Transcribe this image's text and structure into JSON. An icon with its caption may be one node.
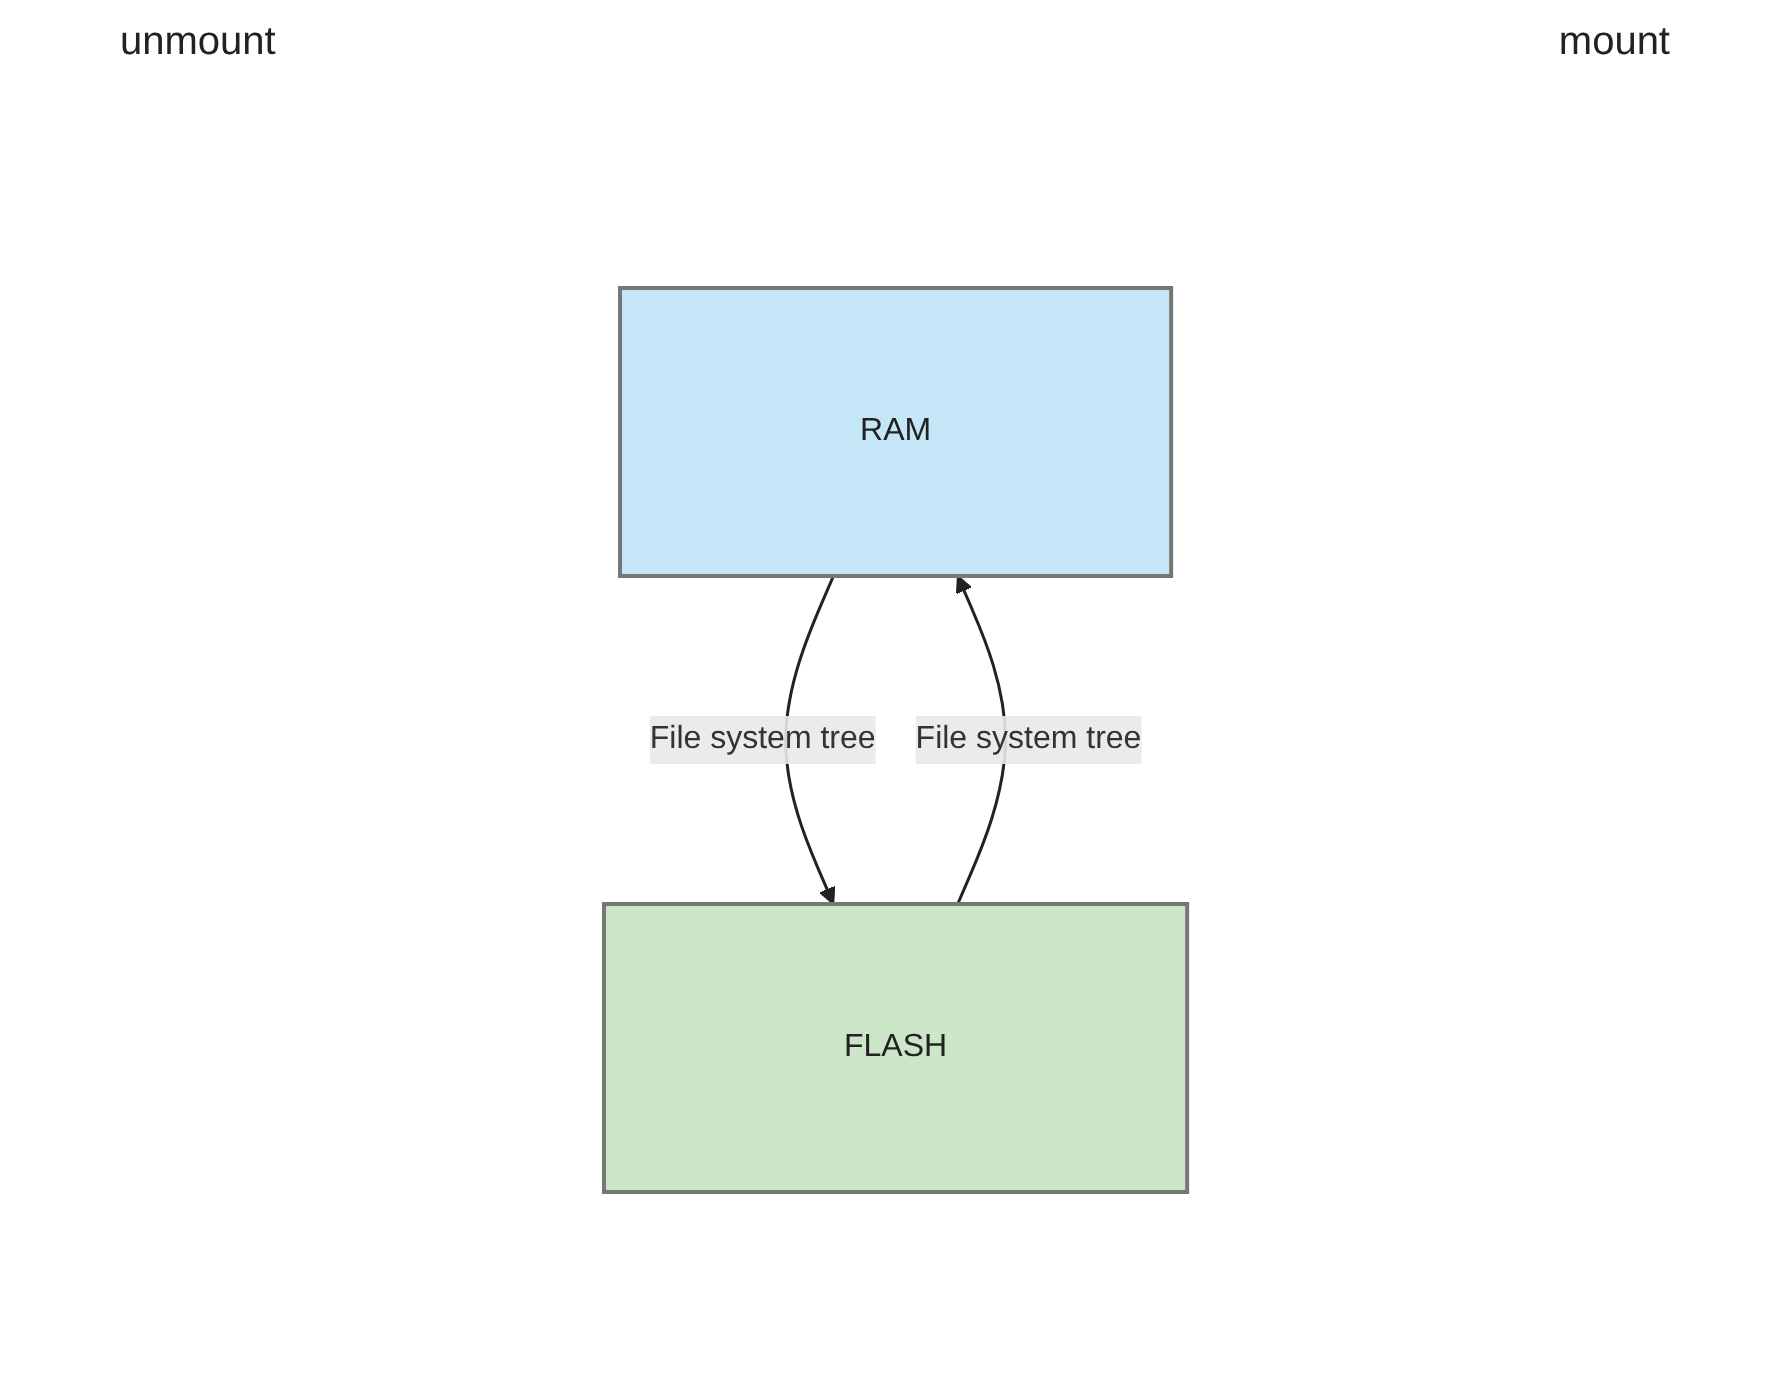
{
  "diagram": {
    "nodes": [
      {
        "text": [
          "RAM"
        ]
      },
      {
        "text": [
          "FLASH"
        ]
      }
    ],
    "edges": [
      {
        "from": 0,
        "to": 1,
        "arrow": "to",
        "label": "File system tree"
      },
      {
        "from": 1,
        "to": 0,
        "arrow": "to",
        "label": "File system tree"
      }
    ],
    "labels": [
      "unmount",
      "mount"
    ]
  }
}
